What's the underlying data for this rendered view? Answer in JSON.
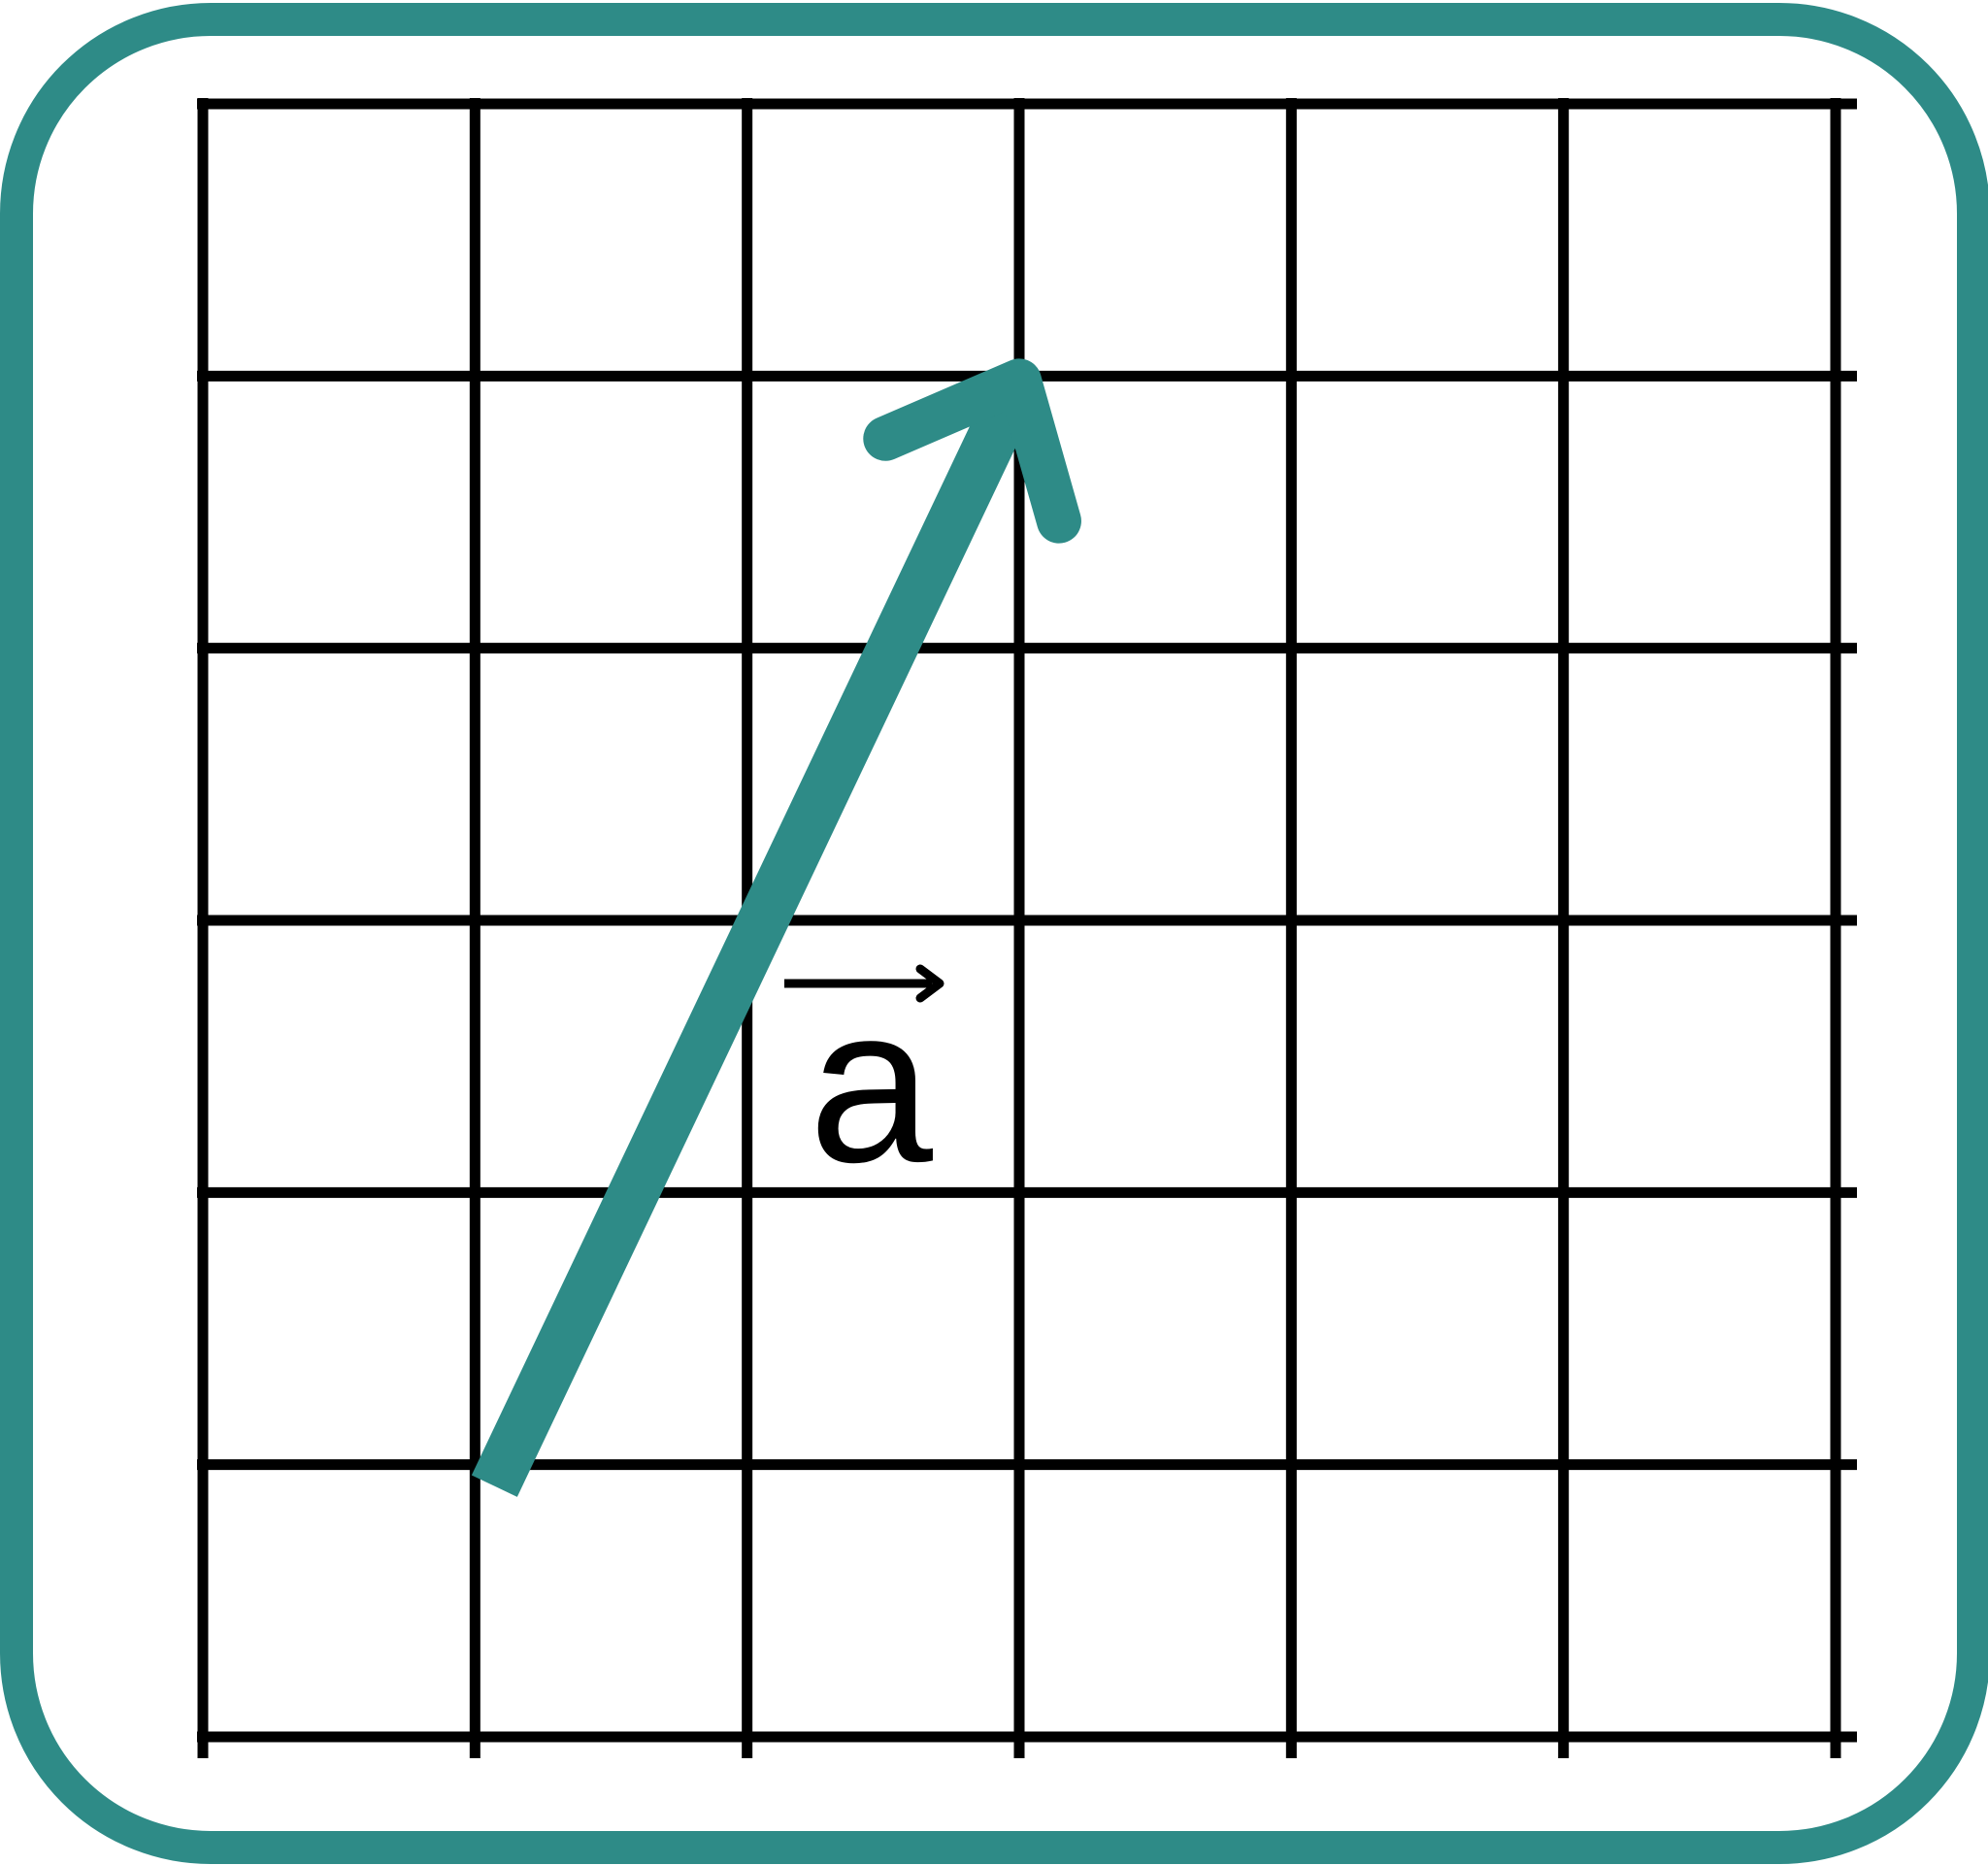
{
  "diagram": {
    "grid": {
      "columns": 6,
      "rows": 6
    },
    "vector": {
      "label": "a",
      "tail": [
        1,
        1
      ],
      "head": [
        3,
        5
      ]
    },
    "colors": {
      "frame": "#2e8b87",
      "grid": "#000000",
      "vector": "#2e8b87",
      "background": "#ffffff",
      "label": "#000000"
    }
  }
}
